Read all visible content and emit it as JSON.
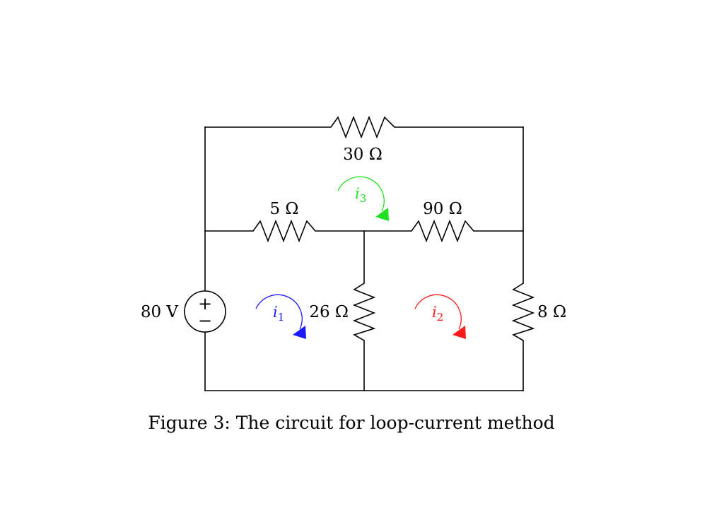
{
  "diagram": {
    "source": {
      "label": "80 V",
      "plus": "+",
      "minus": "−"
    },
    "resistors": {
      "top": "30 Ω",
      "middle_left": "5 Ω",
      "middle_right": "90 Ω",
      "center_vertical": "26 Ω",
      "right_vertical": "8 Ω"
    },
    "loops": [
      {
        "symbol": "i",
        "sub": "1",
        "color": "#1a1aff"
      },
      {
        "symbol": "i",
        "sub": "2",
        "color": "#ff1a1a"
      },
      {
        "symbol": "i",
        "sub": "3",
        "color": "#22e022"
      }
    ]
  },
  "caption": "Figure 3: The circuit for loop-current method"
}
